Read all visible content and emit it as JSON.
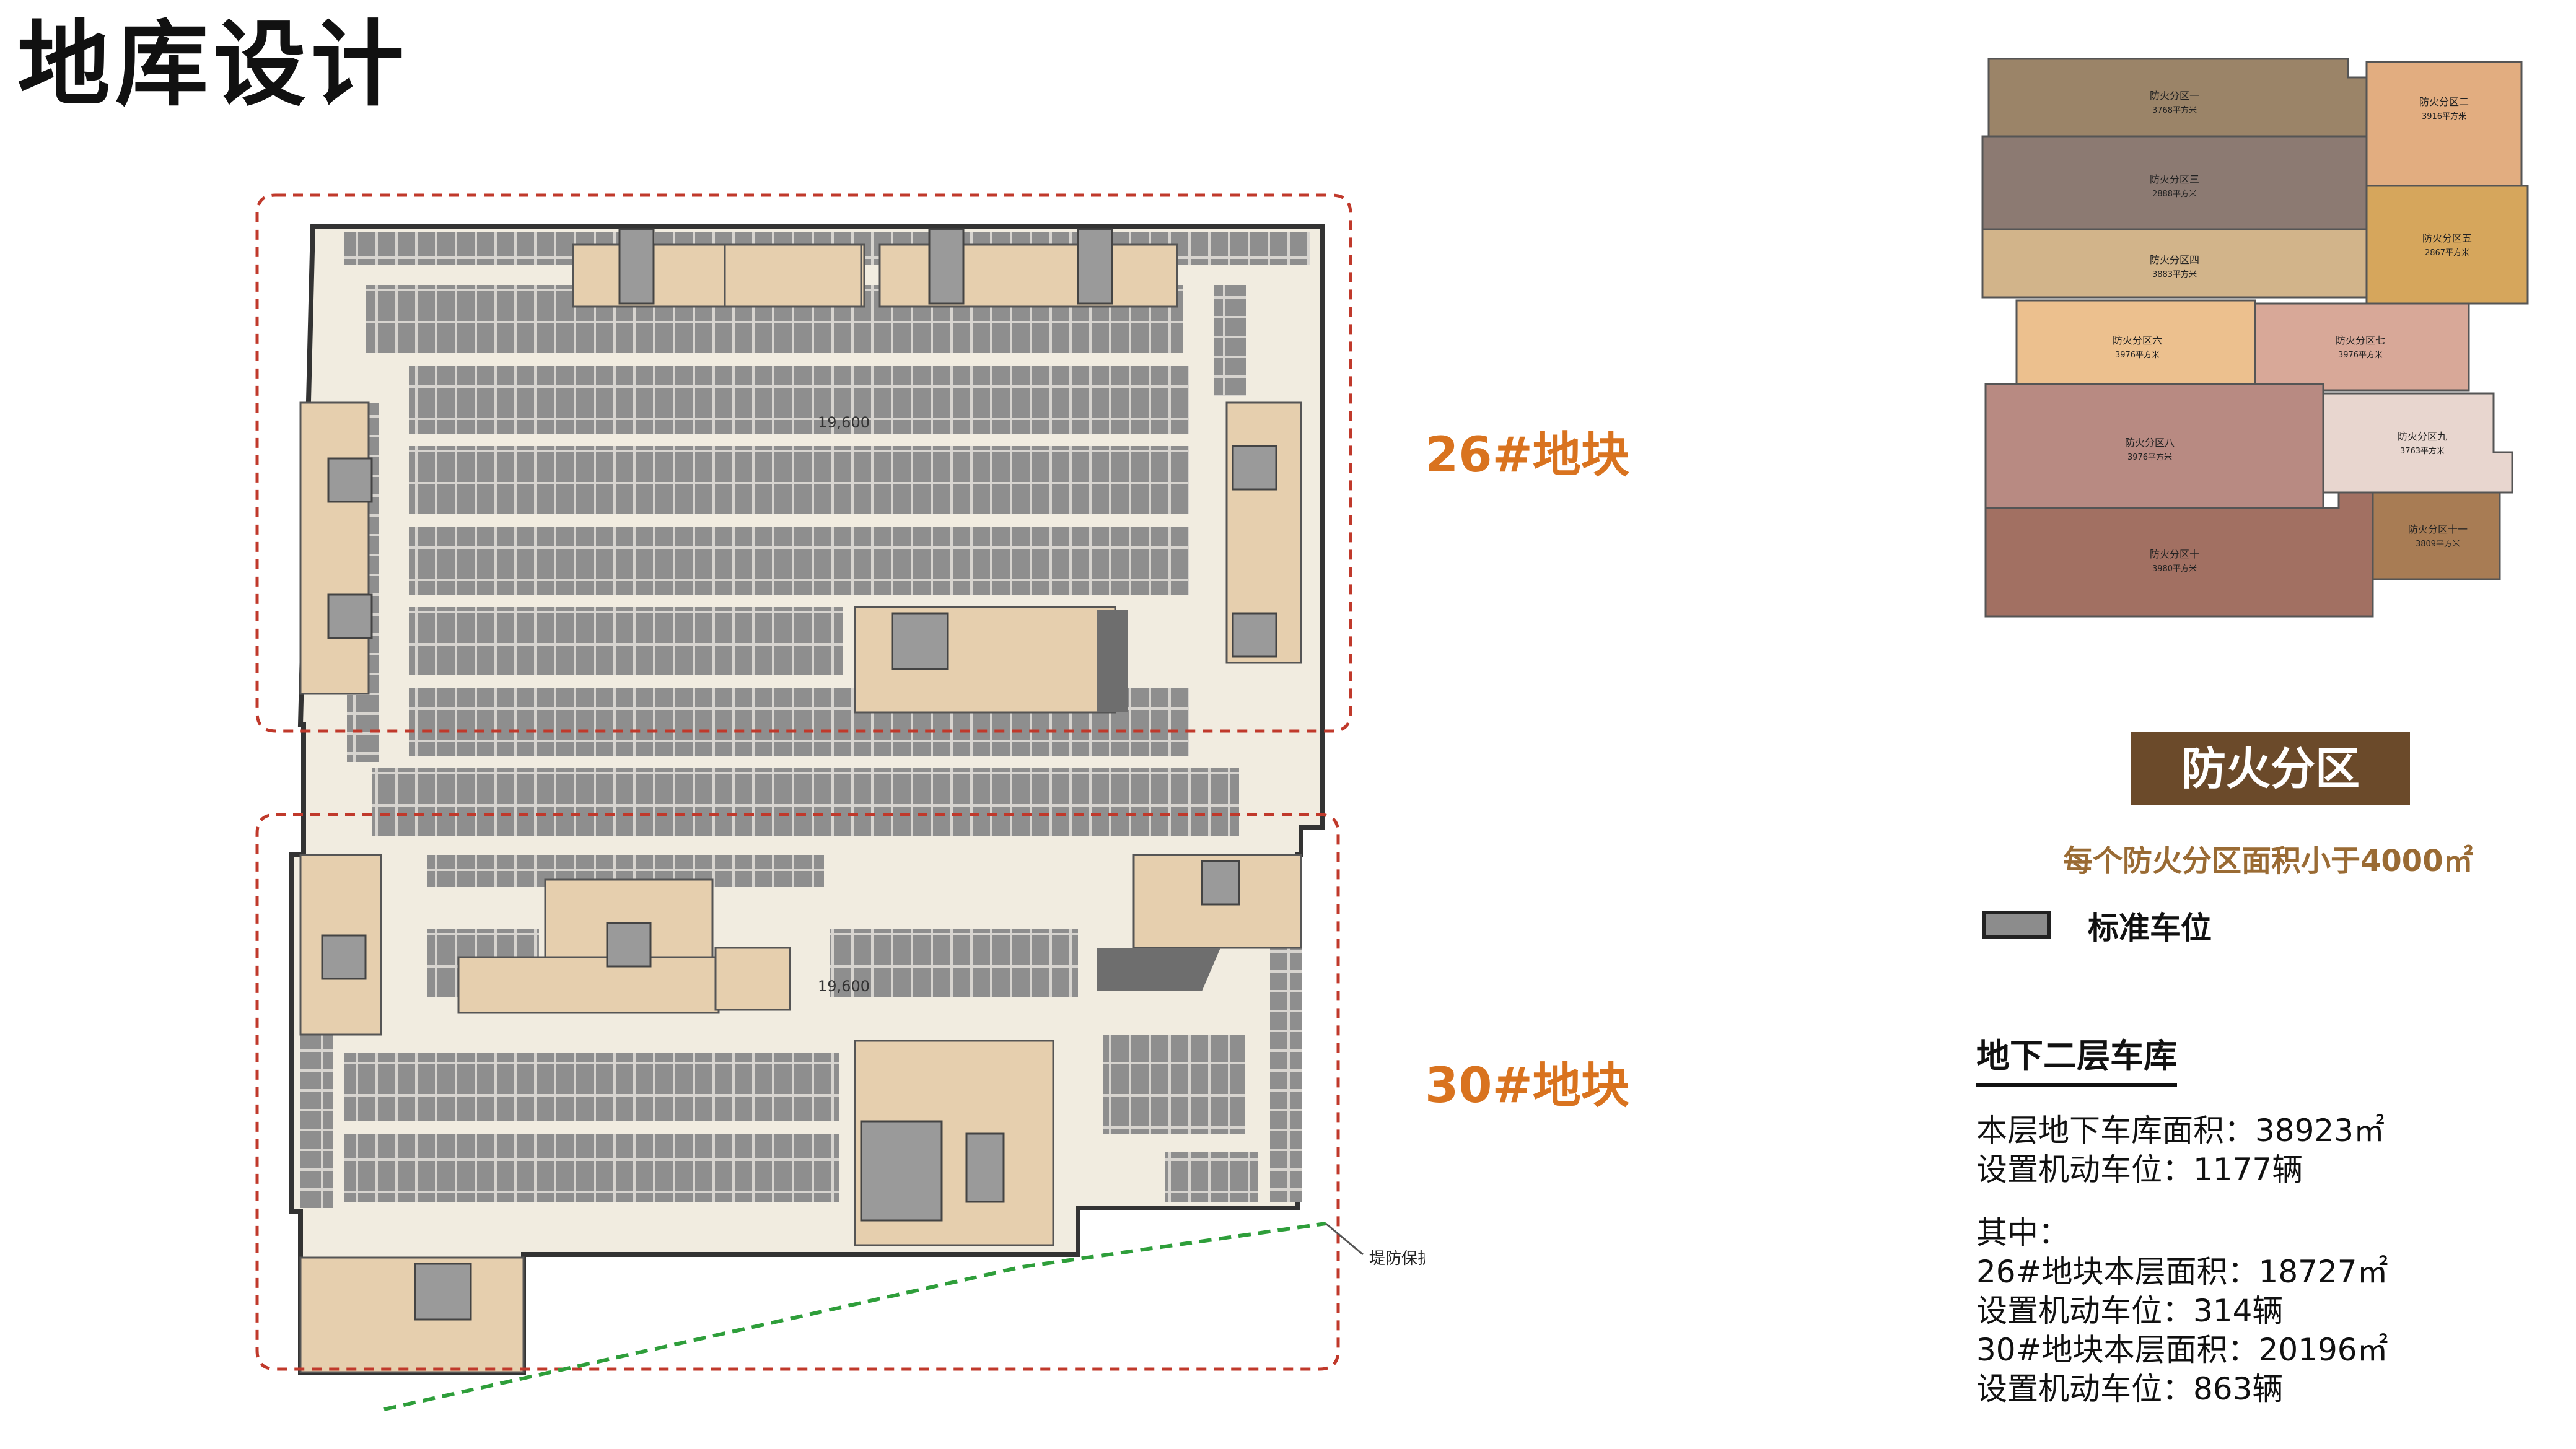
{
  "page_title": "地库设计",
  "blocks": {
    "block_26_label": "26#地块",
    "block_30_label": "30#地块"
  },
  "plan": {
    "dimension_label": "19,600",
    "levee_label": "堤防保护线"
  },
  "fire_zones": {
    "title": "防火分区",
    "subtitle": "每个防火分区面积小于4000㎡",
    "zones": [
      {
        "name": "防火分区一",
        "area": "3768平方米",
        "color": "#9b8468"
      },
      {
        "name": "防火分区二",
        "area": "3916平方米",
        "color": "#e2ad80"
      },
      {
        "name": "防火分区三",
        "area": "2888平方米",
        "color": "#8c7a72"
      },
      {
        "name": "防火分区四",
        "area": "3883平方米",
        "color": "#d2b48a"
      },
      {
        "name": "防火分区五",
        "area": "2867平方米",
        "color": "#d6a65c"
      },
      {
        "name": "防火分区六",
        "area": "3976平方米",
        "color": "#ecc08e"
      },
      {
        "name": "防火分区七",
        "area": "3976平方米",
        "color": "#d8a898"
      },
      {
        "name": "防火分区八",
        "area": "3976平方米",
        "color": "#b88a82"
      },
      {
        "name": "防火分区九",
        "area": "3763平方米",
        "color": "#e8d6cf"
      },
      {
        "name": "防火分区十",
        "area": "3980平方米",
        "color": "#a27062"
      },
      {
        "name": "防火分区十一",
        "area": "3809平方米",
        "color": "#a87c54"
      }
    ]
  },
  "legend": {
    "label": "标准车位",
    "swatch_color": "#8c8c8c"
  },
  "stats": {
    "heading": "地下二层车库",
    "line1": "本层地下车库面积：38923㎡",
    "line2": "设置机动车位：1177辆",
    "line3": "其中：",
    "line4": "26#地块本层面积：18727㎡",
    "line5": "设置机动车位：314辆",
    "line6": "30#地块本层面积：20196㎡",
    "line7": "设置机动车位：863辆"
  }
}
